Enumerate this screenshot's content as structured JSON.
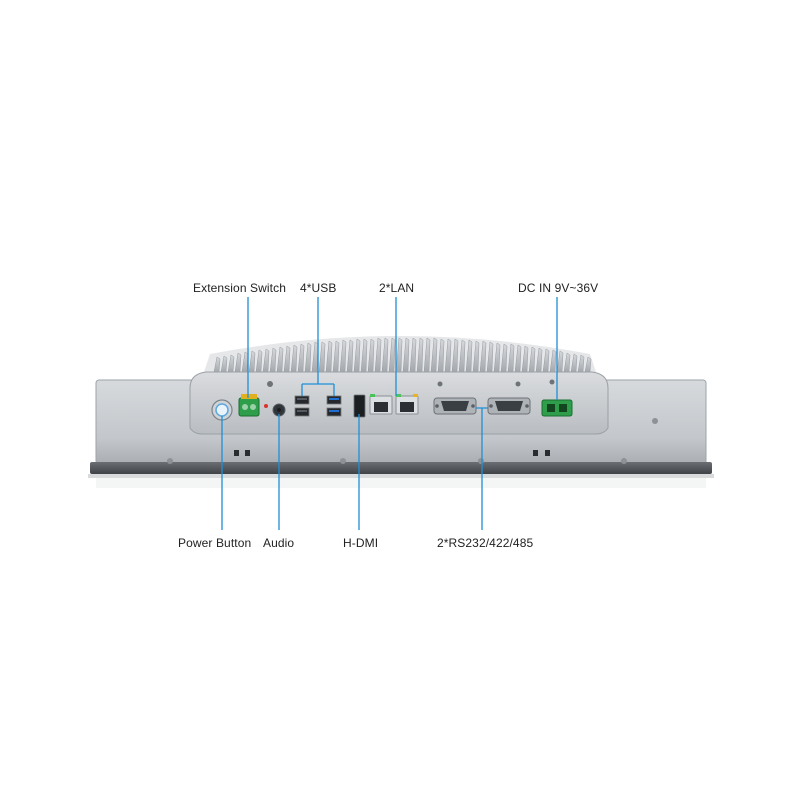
{
  "labels": {
    "extension_switch": "Extension Switch",
    "usb": "4*USB",
    "lan": "2*LAN",
    "dc_in": "DC IN 9V~36V",
    "power_button": "Power Button",
    "audio": "Audio",
    "hdmi": "H-DMI",
    "serial": "2*RS232/422/485"
  },
  "colors": {
    "callout_line": "#1e8fd6",
    "chassis": "#c9ccd0",
    "chassis_dark": "#8f9499",
    "connector_green": "#2e9e4a",
    "usb_blue": "#1f6fd1",
    "bezel": "#5d6166"
  }
}
